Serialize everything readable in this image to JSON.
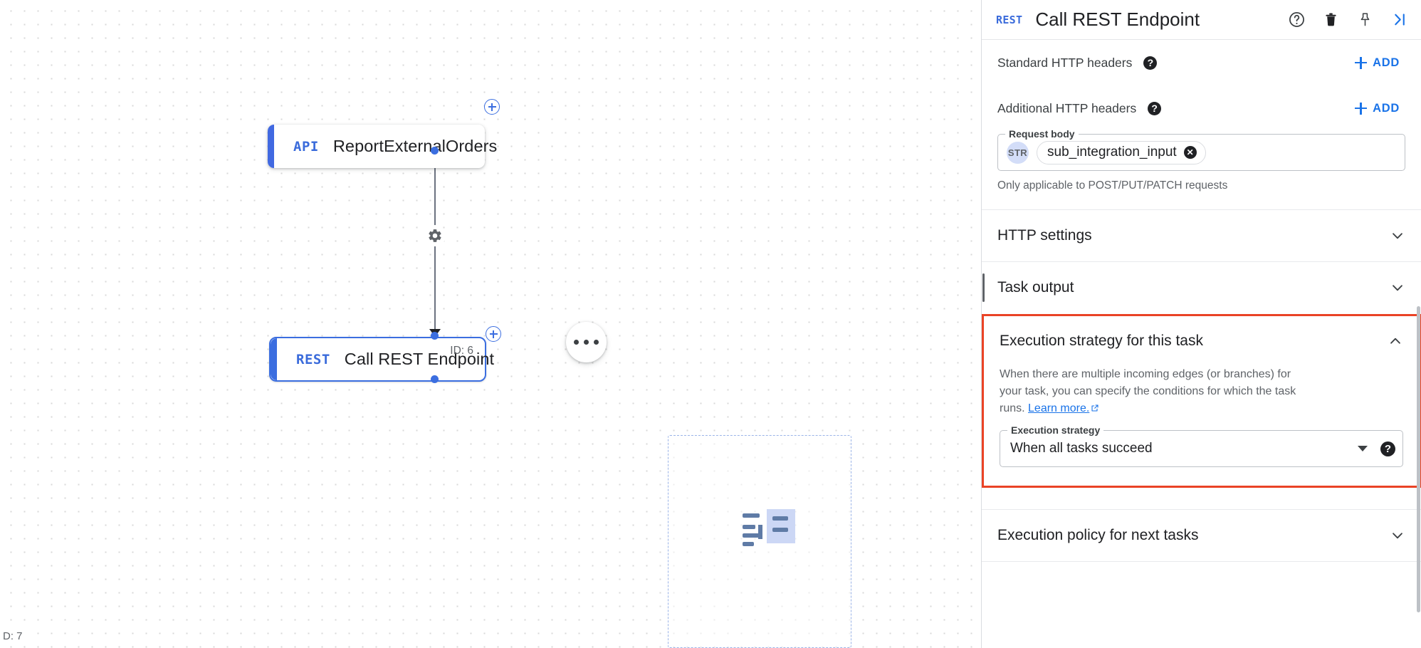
{
  "canvas": {
    "nodes": [
      {
        "badge": "API",
        "title": "ReportExternalOrders",
        "id_label": ""
      },
      {
        "badge": "REST",
        "title": "Call REST Endpoint",
        "id_label": "ID: 6"
      }
    ],
    "corner_label": "D: 7",
    "icons": {
      "gear": "gear-icon",
      "plus_top": "add-node-plus-icon",
      "plus_bottom": "add-node-plus-icon",
      "more": "more-options-icon",
      "drop": "drop-target-icon"
    },
    "accent_color": "#3b6ee0"
  },
  "panel": {
    "header": {
      "badge": "REST",
      "title": "Call REST Endpoint",
      "icons": [
        "help-icon",
        "delete-icon",
        "pin-icon",
        "collapse-panel-icon"
      ]
    },
    "standard_headers": {
      "label": "Standard HTTP headers",
      "add_label": "ADD"
    },
    "additional_headers": {
      "label": "Additional HTTP headers",
      "add_label": "ADD"
    },
    "request_body": {
      "legend": "Request body",
      "type_chip": "STR",
      "value": "sub_integration_input",
      "helper": "Only applicable to POST/PUT/PATCH requests"
    },
    "sections": [
      {
        "title": "HTTP settings",
        "expanded": false
      },
      {
        "title": "Task output",
        "expanded": false
      },
      {
        "title": "Execution policy for next tasks",
        "expanded": false
      }
    ],
    "execution_strategy": {
      "title": "Execution strategy for this task",
      "expanded": true,
      "description_line1": "When there are multiple incoming edges (or branches) for your task,",
      "description_line2": "you can specify the conditions for which the task runs.",
      "learn_more": "Learn more.",
      "field_legend": "Execution strategy",
      "selected_value": "When all tasks succeed",
      "highlight_color": "#ea4326"
    }
  }
}
